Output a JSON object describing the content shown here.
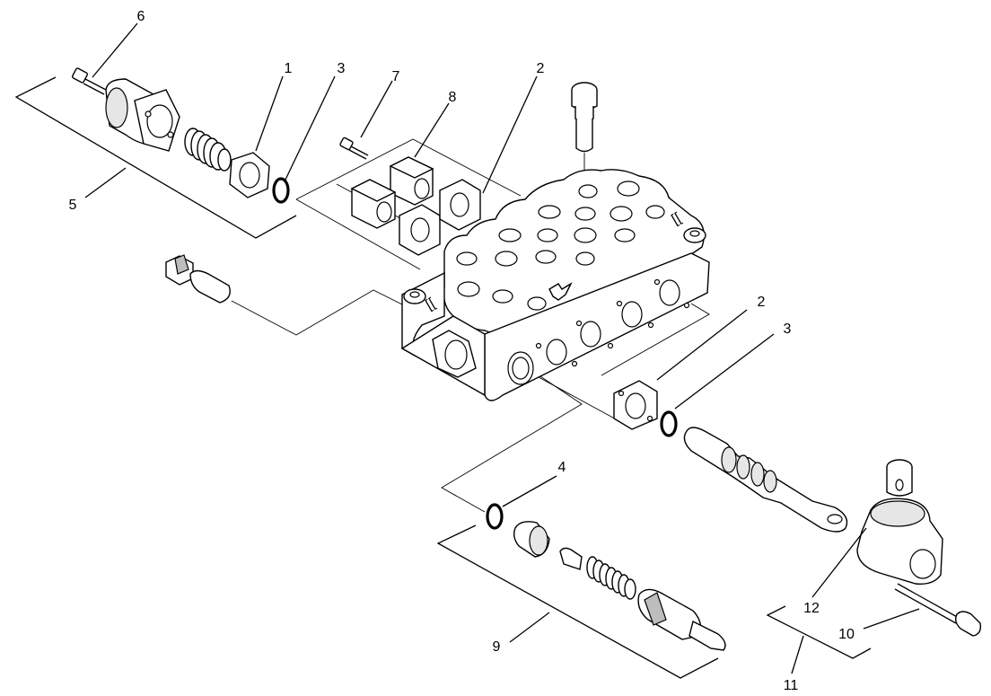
{
  "callouts": {
    "c1": "1",
    "c2a": "2",
    "c2b": "2",
    "c3a": "3",
    "c3b": "3",
    "c4": "4",
    "c5": "5",
    "c6": "6",
    "c7": "7",
    "c8": "8",
    "c9": "9",
    "c10": "10",
    "c11": "11",
    "c12": "12"
  }
}
